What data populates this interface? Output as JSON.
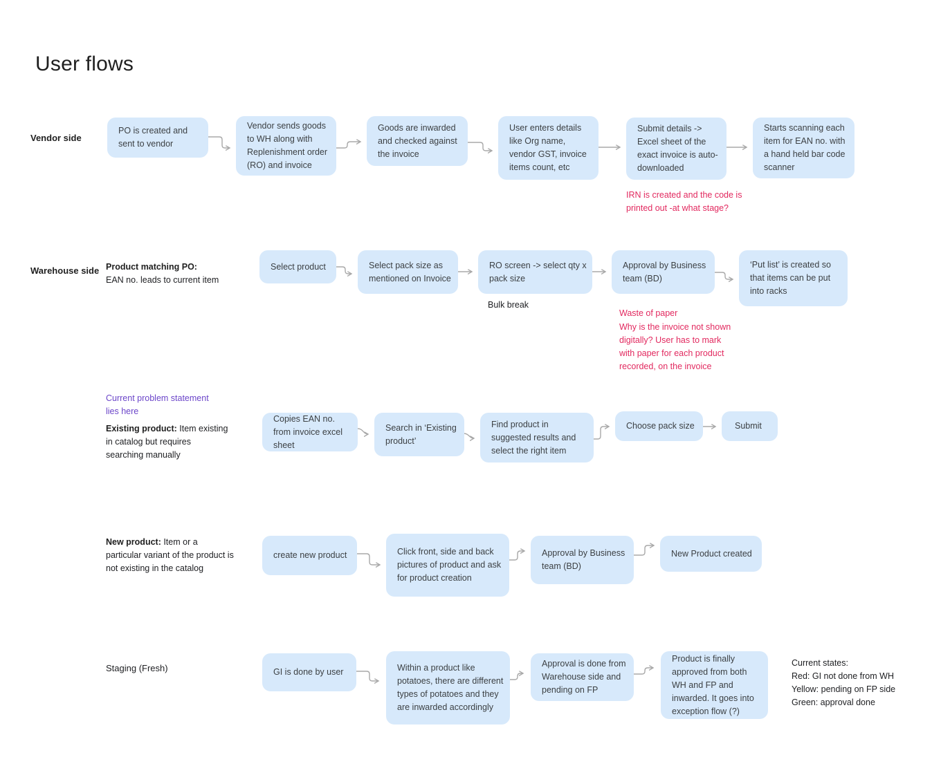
{
  "title": "User flows",
  "colors": {
    "node_fill": "#d7e9fb",
    "node_text": "#3c4043",
    "annotation_pink": "#e2295f",
    "annotation_purple": "#6b45c9",
    "connector_gray": "#a8a8a8",
    "heading_text": "#1f1f1f"
  },
  "rows": {
    "vendor": {
      "label": "Vendor side",
      "boxes": [
        "PO is created and sent to vendor",
        "Vendor sends goods to WH along with Replenishment order (RO) and invoice",
        "Goods are inwarded and checked against the invoice",
        "User enters details like Org name, vendor GST, invoice items count, etc",
        "Submit details -> Excel sheet of the exact invoice is auto- downloaded",
        "Starts scanning each item for EAN no. with a hand held bar code scanner"
      ],
      "note_irn": "IRN is created and the code is printed out -at what stage?"
    },
    "warehouse": {
      "label": "Warehouse side",
      "sublabel_bold": "Product matching PO:",
      "sublabel_rest": "EAN no. leads to current item",
      "boxes": [
        "Select product",
        "Select pack size as mentioned on Invoice",
        "RO screen -> select qty x pack size",
        "Approval by Business team (BD)",
        "‘Put list’ is created so that items can be put into racks"
      ],
      "note_bulk_break": "Bulk break",
      "note_waste": "Waste of paper",
      "note_invoice": "Why is the invoice not shown digitally? User has to mark with paper for each product recorded, on the invoice"
    },
    "existing": {
      "note_problem": "Current problem statement lies here",
      "label_bold": "Existing product:",
      "label_rest": " Item existing in catalog but requires searching manually",
      "boxes": [
        "Copies EAN no. from invoice excel sheet",
        "Search in ‘Existing product’",
        "Find product in suggested results and select the right item",
        "Choose pack size",
        "Submit"
      ]
    },
    "new_product": {
      "label_bold": "New product:",
      "label_rest": " Item or a particular variant of the product is not existing in the catalog",
      "boxes": [
        "create new product",
        "Click front, side and back pictures of product and ask for product creation",
        "Approval by Business team (BD)",
        "New Product created"
      ]
    },
    "staging": {
      "label": "Staging (Fresh)",
      "boxes": [
        "GI is done by user",
        "Within a product like potatoes, there are different types of potatoes and they are inwarded accordingly",
        "Approval is done from Warehouse side and pending on FP",
        "Product is finally approved from both WH and FP and inwarded. It goes into exception flow (?)"
      ],
      "state_lines": [
        "Current states:",
        "Red: GI not done from WH",
        "Yellow: pending on FP side",
        "Green: approval done"
      ]
    }
  }
}
